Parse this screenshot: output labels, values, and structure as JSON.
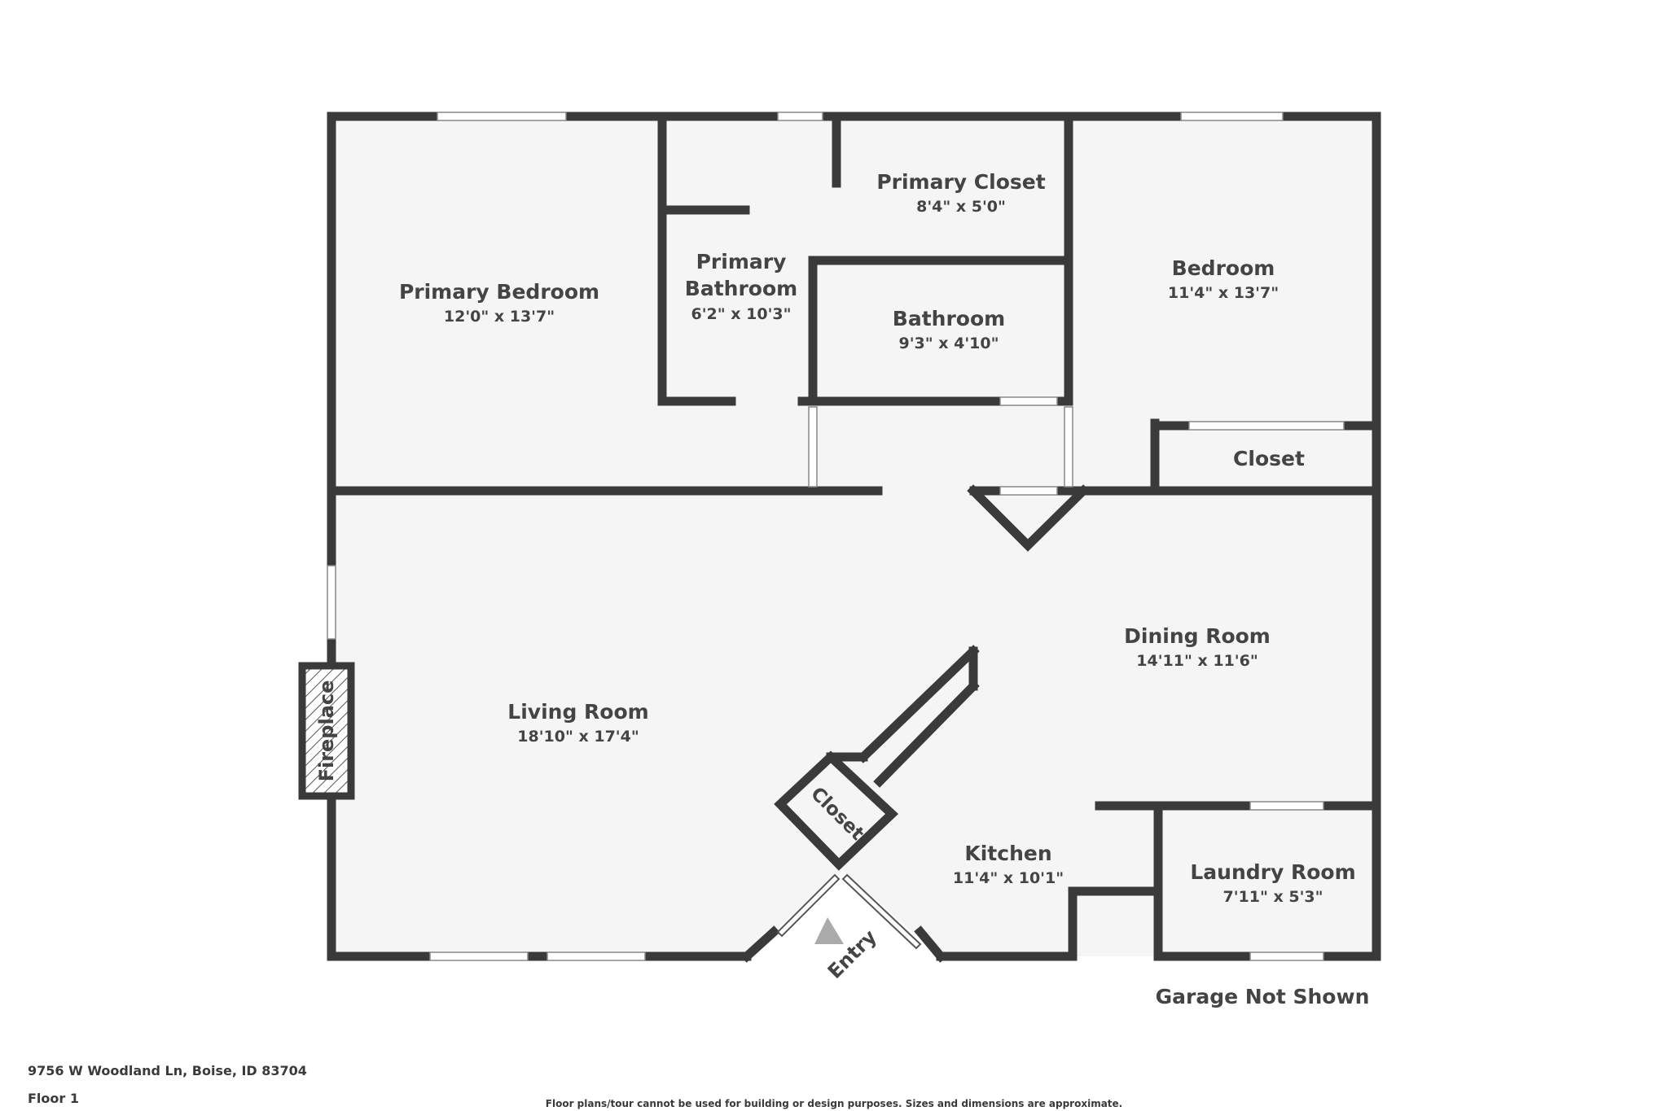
{
  "rooms": {
    "primary_bedroom": {
      "name": "Primary Bedroom",
      "dims": "12'0\" x 13'7\""
    },
    "primary_bathroom": {
      "name_line1": "Primary",
      "name_line2": "Bathroom",
      "dims": "6'2\" x 10'3\""
    },
    "primary_closet": {
      "name": "Primary Closet",
      "dims": "8'4\" x 5'0\""
    },
    "bathroom": {
      "name": "Bathroom",
      "dims": "9'3\" x 4'10\""
    },
    "bedroom": {
      "name": "Bedroom",
      "dims": "11'4\" x 13'7\""
    },
    "closet_right": {
      "name": "Closet"
    },
    "dining_room": {
      "name": "Dining Room",
      "dims": "14'11\" x 11'6\""
    },
    "living_room": {
      "name": "Living Room",
      "dims": "18'10\" x 17'4\""
    },
    "closet_entry": {
      "name": "Closet"
    },
    "kitchen": {
      "name": "Kitchen",
      "dims": "11'4\" x 10'1\""
    },
    "laundry_room": {
      "name": "Laundry Room",
      "dims": "7'11\" x 5'3\""
    }
  },
  "labels": {
    "fireplace": "Fireplace",
    "entry": "Entry",
    "garage_note": "Garage Not Shown"
  },
  "footer": {
    "address": "9756 W Woodland Ln, Boise, ID 83704",
    "floor": "Floor 1",
    "disclaimer": "Floor plans/tour cannot be used for building or design purposes. Sizes and dimensions are approximate."
  },
  "colors": {
    "wall": "#3a3a3a",
    "floor": "#f5f5f5",
    "text": "#444444",
    "entry_arrow": "#aaaaaa"
  }
}
